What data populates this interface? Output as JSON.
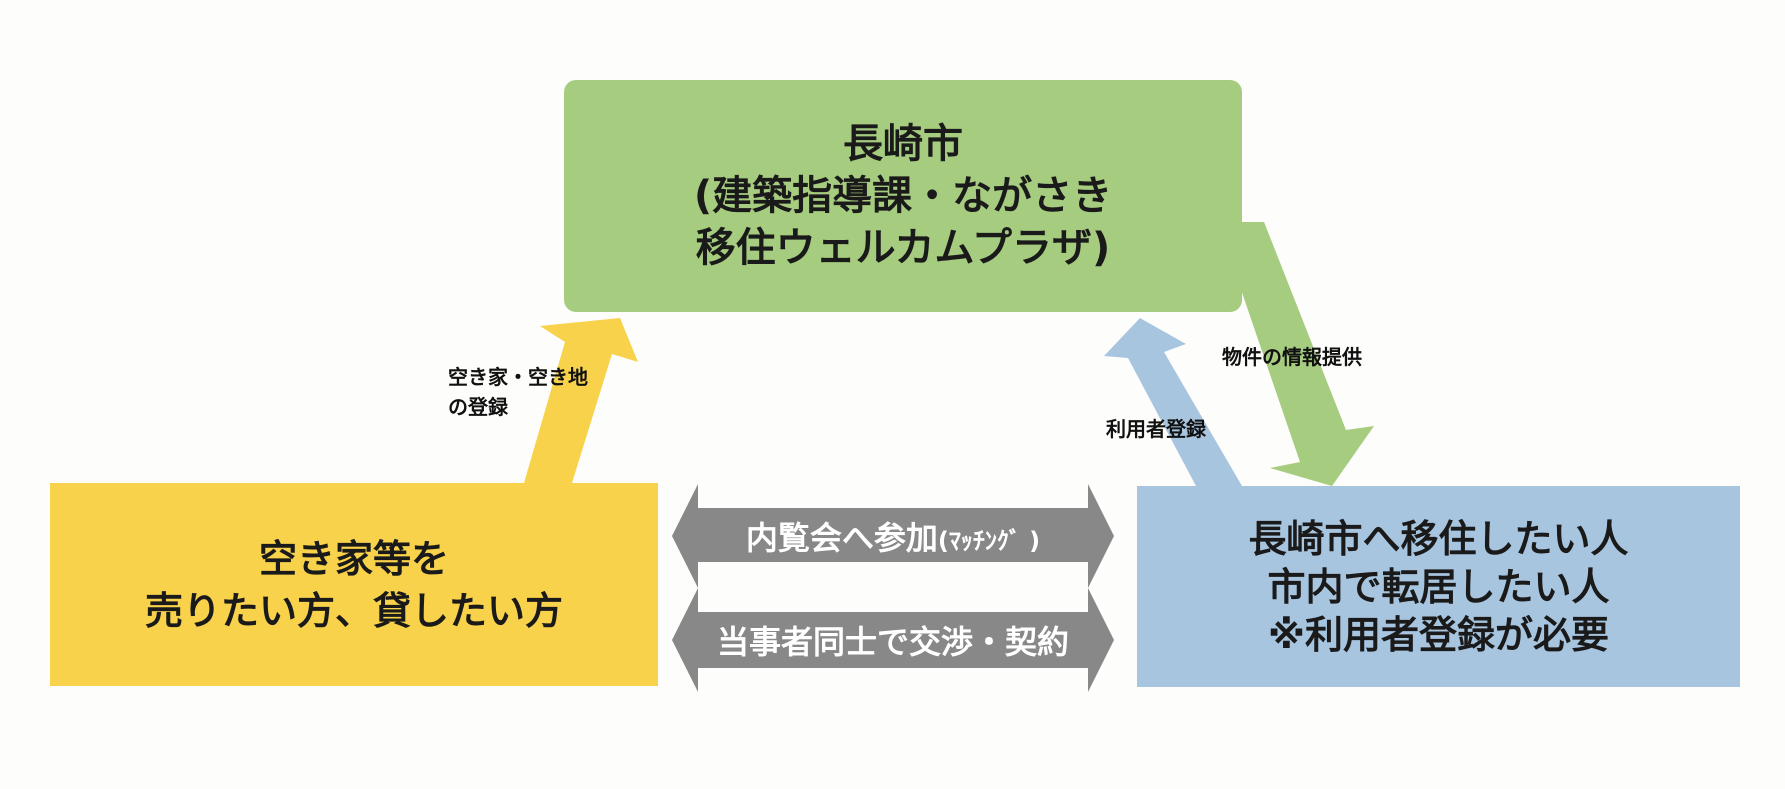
{
  "city": {
    "line1": "長崎市",
    "line2": "(建築指導課・ながさき",
    "line3": "移住ウェルカムプラザ)"
  },
  "seller": {
    "line1": "空き家等を",
    "line2": "売りたい方、貸したい方"
  },
  "seeker": {
    "line1": "長崎市へ移住したい人",
    "line2": "市内で転居したい人",
    "line3": "※利用者登録が必要"
  },
  "labels": {
    "vacancy_line1": "空き家・空き地",
    "vacancy_line2": "の登録",
    "user_registration": "利用者登録",
    "property_info": "物件の情報提供"
  },
  "exchange": {
    "viewing_main": "内覧会へ参加",
    "viewing_note": "(ﾏｯﾁﾝｸﾞ )",
    "negotiation": "当事者同士で交渉・契約"
  },
  "colors": {
    "city": "#a6cc7f",
    "seller": "#f8d24a",
    "seeker": "#a8c5e0",
    "exchange": "#888888"
  }
}
